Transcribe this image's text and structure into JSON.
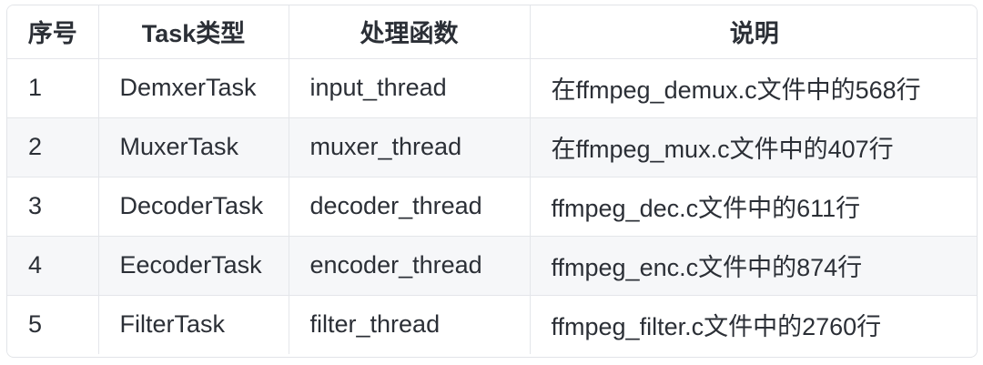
{
  "table": {
    "colors": {
      "background": "#ffffff",
      "zebra_row_bg": "#f6f7f9",
      "border": "#e4e6ea",
      "text": "#2b2f36"
    },
    "columns": [
      {
        "key": "index",
        "label": "序号"
      },
      {
        "key": "task_type",
        "label": "Task类型"
      },
      {
        "key": "handler",
        "label": "处理函数"
      },
      {
        "key": "description",
        "label": "说明"
      }
    ],
    "rows": [
      [
        "1",
        "DemxerTask",
        "input_thread",
        "在ffmpeg_demux.c文件中的568行"
      ],
      [
        "2",
        "MuxerTask",
        "muxer_thread",
        "在ffmpeg_mux.c文件中的407行"
      ],
      [
        "3",
        "DecoderTask",
        "decoder_thread",
        "ffmpeg_dec.c文件中的611行"
      ],
      [
        "4",
        "EecoderTask",
        "encoder_thread",
        "ffmpeg_enc.c文件中的874行"
      ],
      [
        "5",
        "FilterTask",
        "filter_thread",
        "ffmpeg_filter.c文件中的2760行"
      ]
    ]
  }
}
